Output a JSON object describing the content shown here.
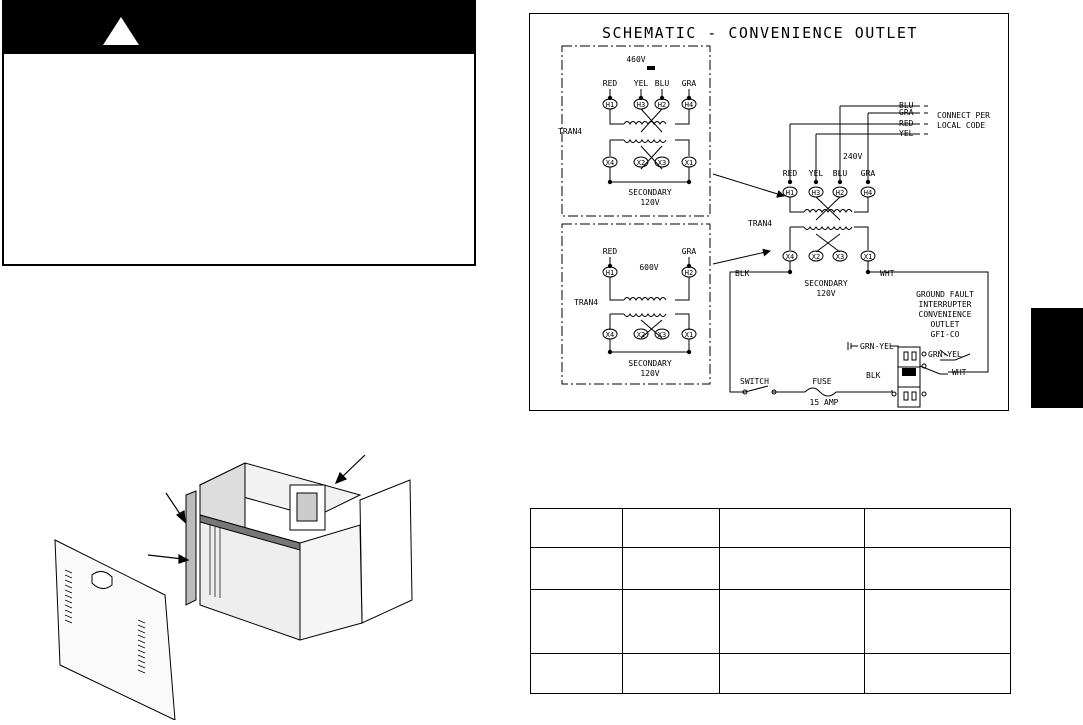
{
  "warning": {
    "icon": "warning-triangle-icon"
  },
  "schematic": {
    "title": "SCHEMATIC - CONVENIENCE OUTLET",
    "block460": {
      "voltage": "460V",
      "wires": [
        "RED",
        "YEL",
        "BLU",
        "GRA"
      ],
      "primary_terminals": [
        "H1",
        "H3",
        "H2",
        "H4"
      ],
      "secondary_terminals": [
        "X4",
        "X2",
        "X3",
        "X1"
      ],
      "tran": "TRAN4",
      "secondary_label": "SECONDARY",
      "secondary_voltage": "120V"
    },
    "block600": {
      "voltage": "600V",
      "wires": [
        "RED",
        "GRA"
      ],
      "primary_terminals": [
        "H1",
        "H2"
      ],
      "secondary_terminals": [
        "X4",
        "X2",
        "X3",
        "X1"
      ],
      "tran": "TRAN4",
      "secondary_label": "SECONDARY",
      "secondary_voltage": "120V"
    },
    "block240": {
      "voltage": "240V",
      "wires": [
        "RED",
        "YEL",
        "BLU",
        "GRA"
      ],
      "primary_terminals": [
        "H1",
        "H3",
        "H2",
        "H4"
      ],
      "secondary_terminals": [
        "X4",
        "X2",
        "X3",
        "X1"
      ],
      "tran": "TRAN4",
      "secondary_label": "SECONDARY",
      "secondary_voltage": "120V"
    },
    "supply_wires": [
      "BLU",
      "GRA",
      "RED",
      "YEL"
    ],
    "connect_note_line1": "CONNECT PER",
    "connect_note_line2": "LOCAL CODE",
    "blk": "BLK",
    "wht": "WHT",
    "gfci_lines": [
      "GROUND FAULT",
      "INTERRUPTER",
      "CONVENIENCE",
      "OUTLET",
      "GFI-CO"
    ],
    "grn_yel": "GRN-YEL",
    "switch": "SWITCH",
    "fuse": "FUSE",
    "fuse_rating": "15 AMP"
  }
}
